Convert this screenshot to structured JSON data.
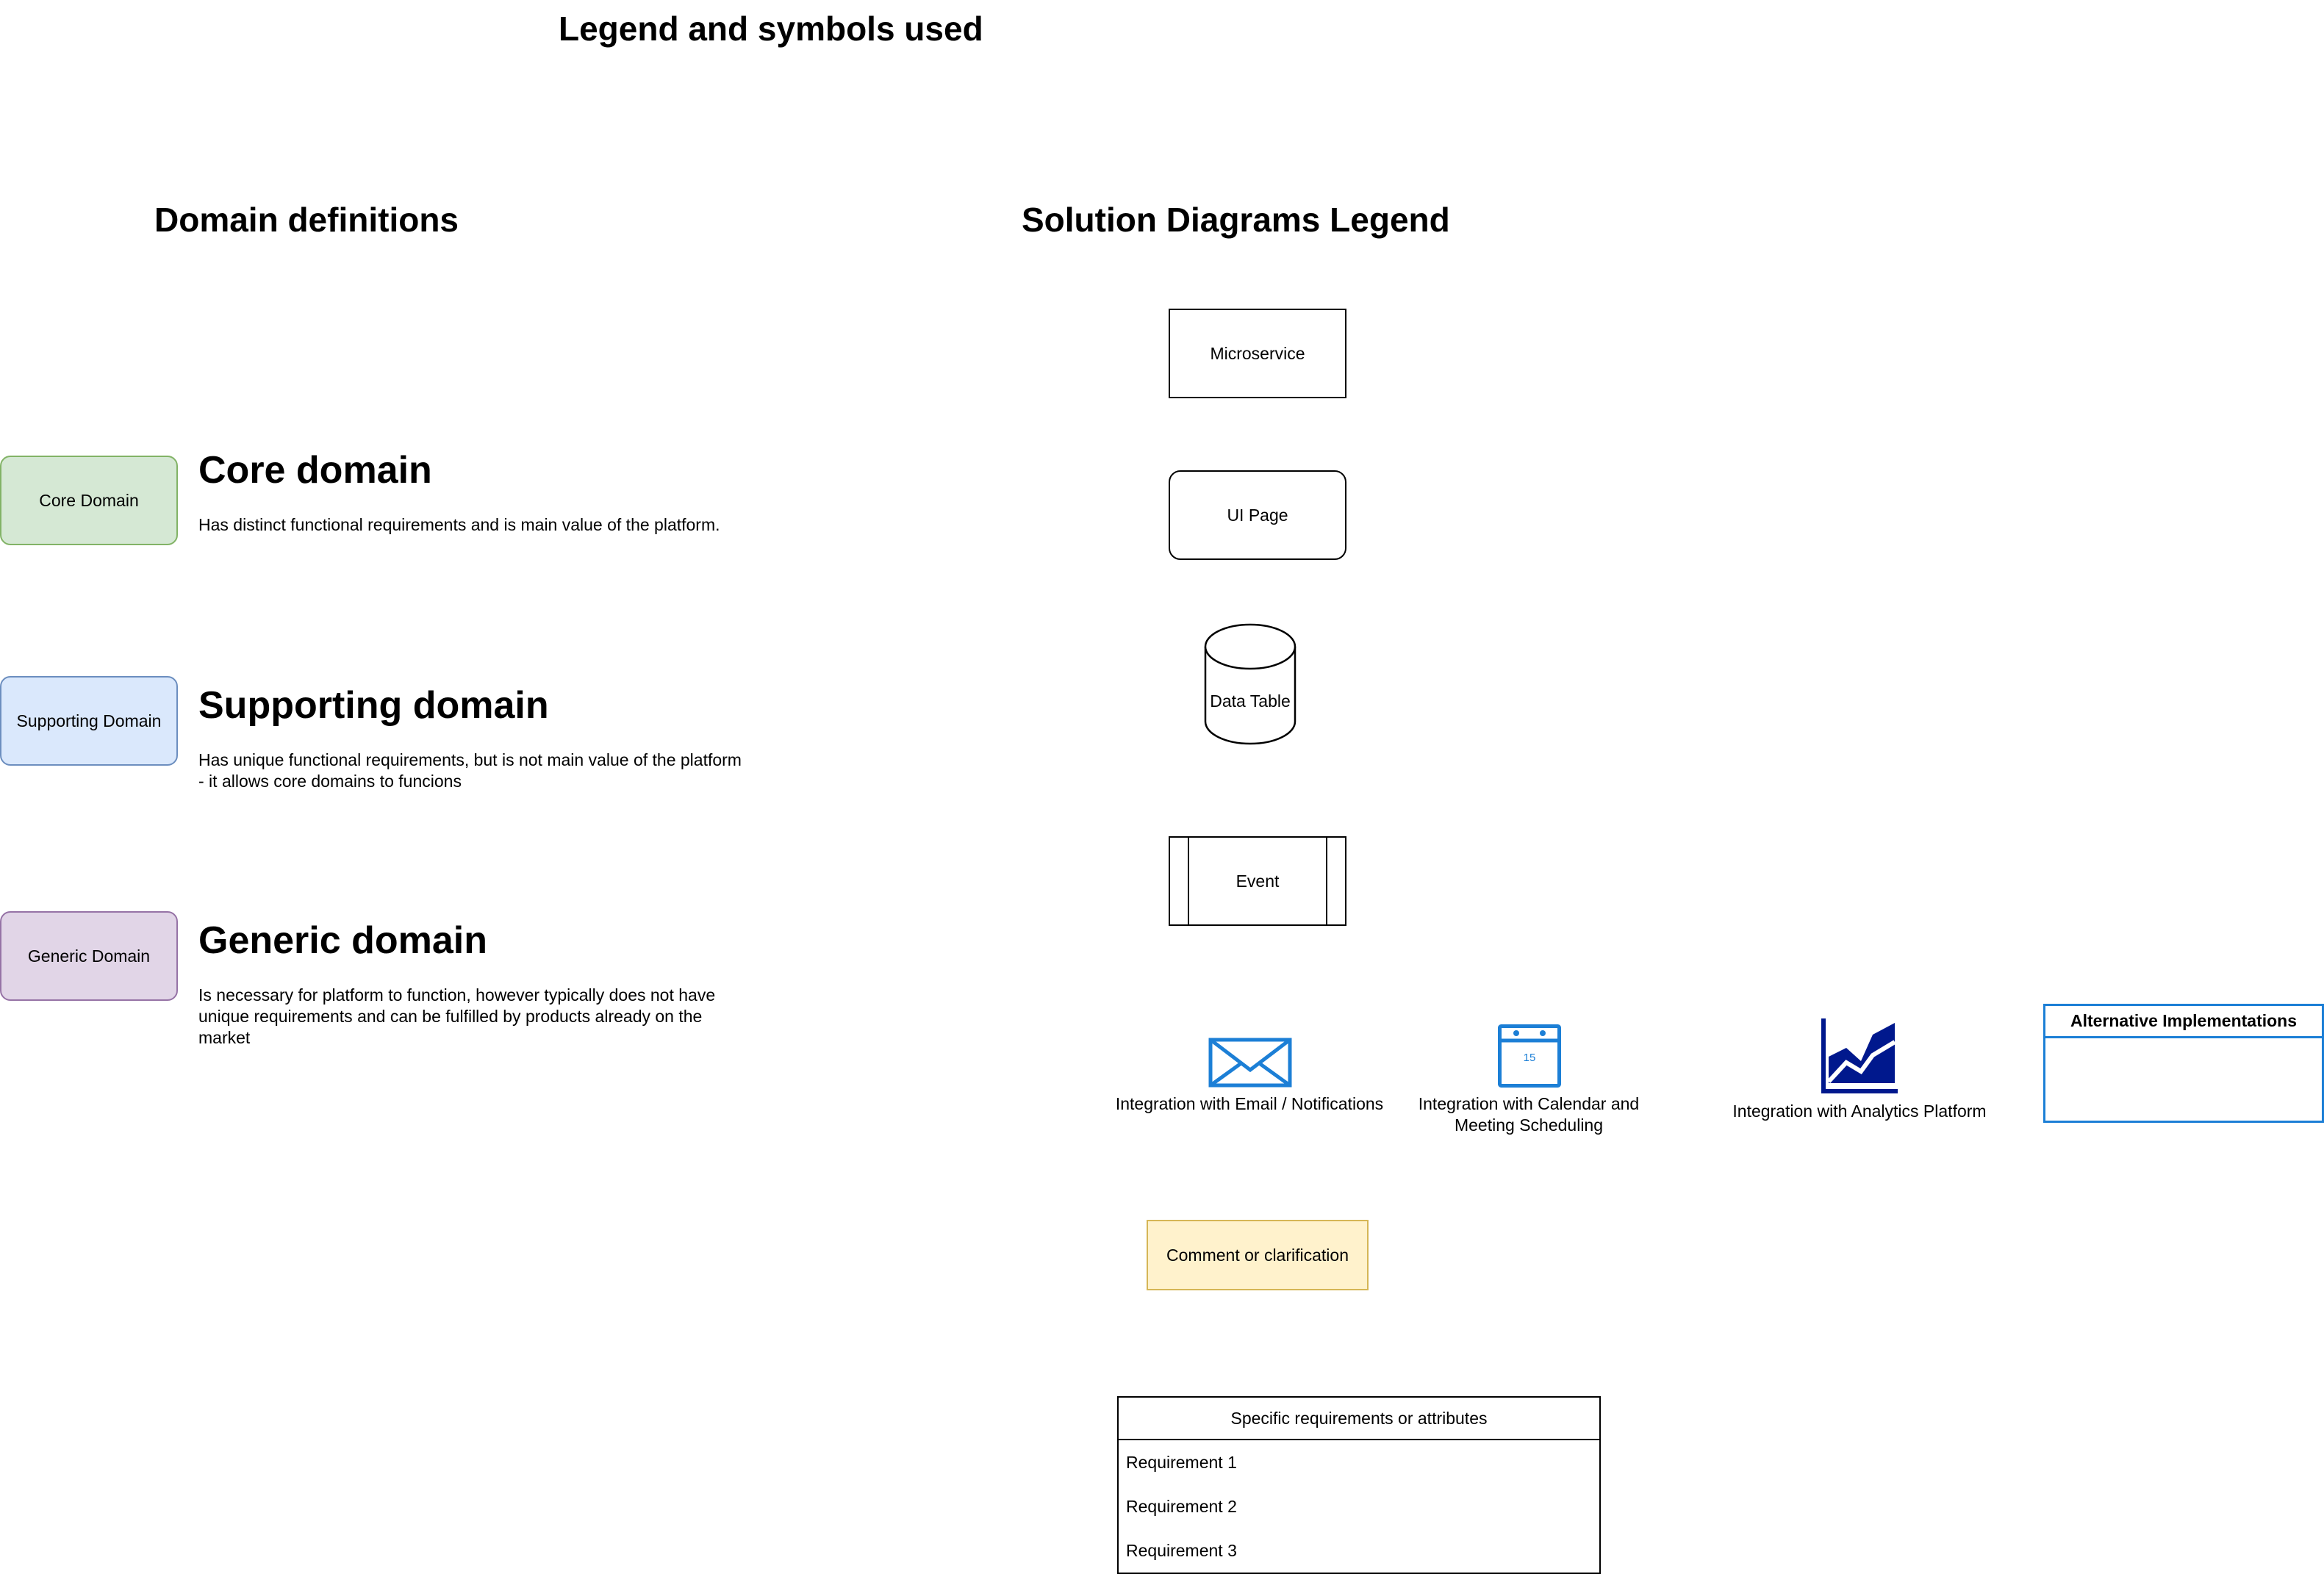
{
  "page_title": "Legend and symbols used",
  "domain_section": {
    "heading": "Domain definitions",
    "items": [
      {
        "box_label": "Core Domain",
        "title": "Core domain",
        "description": "Has distinct functional requirements and is main value of the platform.",
        "fill": "#d5e8d4",
        "stroke": "#82b366"
      },
      {
        "box_label": "Supporting Domain",
        "title": "Supporting domain",
        "description": "Has unique functional requirements, but is not main value of the platform - it allows core domains to funcions",
        "fill": "#dae8fc",
        "stroke": "#6c8ebf"
      },
      {
        "box_label": "Generic Domain",
        "title": "Generic domain",
        "description": "Is necessary for platform to function, however typically does not have unique requirements and can be fulfilled by products already on the market",
        "fill": "#e1d5e7",
        "stroke": "#9673a6"
      }
    ]
  },
  "solution_section": {
    "heading": "Solution Diagrams Legend",
    "microservice": "Microservice",
    "ui_page": "UI Page",
    "data_table": "Data Table",
    "event": "Event",
    "integrations": {
      "email": {
        "label": "Integration with Email / Notifications",
        "icon": "envelope-icon"
      },
      "calendar": {
        "label": "Integration with Calendar and Meeting Scheduling",
        "icon": "calendar-icon",
        "day": "15"
      },
      "analytics": {
        "label": "Integration with Analytics Platform",
        "icon": "area-chart-icon"
      }
    },
    "alternative": {
      "title": "Alternative Implementations"
    },
    "comment": "Comment or clarification",
    "requirements": {
      "header": "Specific requirements or attributes",
      "items": [
        "Requirement 1",
        "Requirement 2",
        "Requirement 3"
      ]
    }
  },
  "colors": {
    "integration_blue": "#1c7fd6",
    "analytics_navy": "#00188d",
    "comment_fill": "#fff2cc",
    "comment_stroke": "#d6b656"
  }
}
